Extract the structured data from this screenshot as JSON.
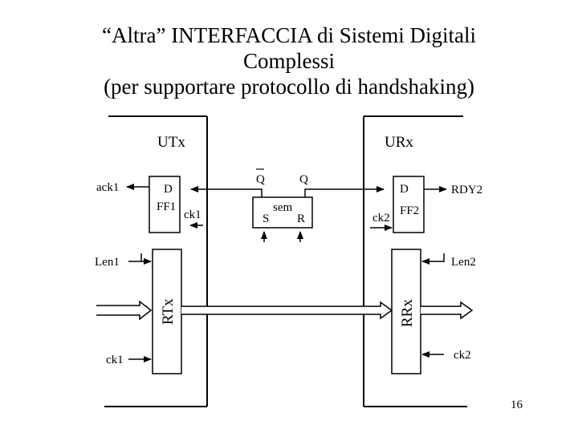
{
  "slide": {
    "title_line1": "“Altra” INTERFACCIA di Sistemi Digitali",
    "title_line2": "Complessi",
    "title_line3": "(per supportare protocollo di handshaking)",
    "page_number": "16"
  },
  "diagram": {
    "utx_label": "UTx",
    "urx_label": "URx",
    "ff1": {
      "d": "D",
      "name": "FF1",
      "clock": "ck1"
    },
    "ff2": {
      "d": "D",
      "name": "FF2",
      "clock": "ck2"
    },
    "sem": {
      "name": "sem",
      "s": "S",
      "r": "R",
      "qbar": "Q",
      "q": "Q"
    },
    "rtx_label": "RTx",
    "rrx_label": "RRx",
    "signals": {
      "ack1": "ack1",
      "rdy2": "RDY2",
      "len1": "Len1",
      "len2": "Len2",
      "ck1_bottom": "ck1",
      "ck2_bottom": "ck2"
    }
  }
}
